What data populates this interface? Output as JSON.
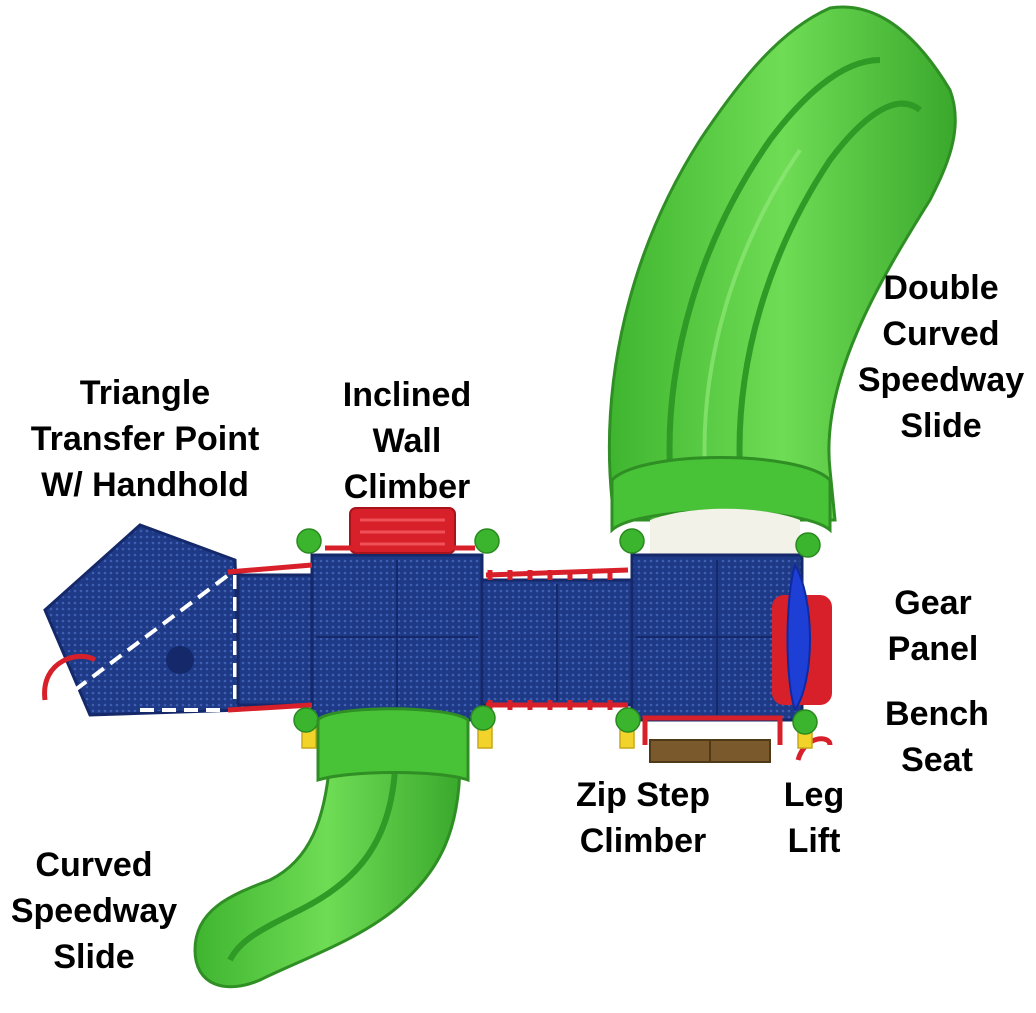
{
  "colors": {
    "slide_green": "#4cc63c",
    "slide_green_dark": "#2f9a26",
    "slide_green_light": "#7fe06a",
    "deck_blue": "#1e3a86",
    "deck_blue_dark": "#14286a",
    "rail_red": "#d8202a",
    "post_yellow": "#f2d32a",
    "post_cap_green": "#3bb52e",
    "bench_brown": "#7a5a2c",
    "gear_blue": "#1d3fd6"
  },
  "labels": {
    "triangle_transfer": [
      "Triangle",
      "Transfer Point",
      "W/ Handhold"
    ],
    "inclined_wall": [
      "Inclined",
      "Wall",
      "Climber"
    ],
    "double_curved_slide": [
      "Double",
      "Curved",
      "Speedway",
      "Slide"
    ],
    "gear_panel": [
      "Gear",
      "Panel"
    ],
    "bench_seat": [
      "Bench",
      "Seat"
    ],
    "zip_step": [
      "Zip Step",
      "Climber"
    ],
    "leg_lift": [
      "Leg",
      "Lift"
    ],
    "curved_slide": [
      "Curved",
      "Speedway",
      "Slide"
    ]
  }
}
